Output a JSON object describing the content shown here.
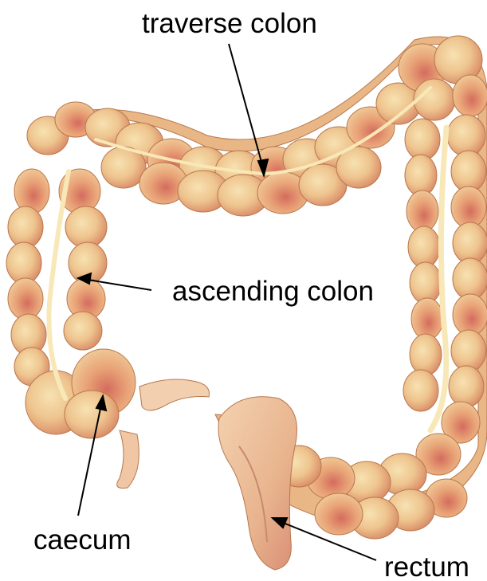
{
  "labels": {
    "traverse_colon": "traverse colon",
    "ascending_colon": "ascending colon",
    "caecum": "caecum",
    "rectum": "rectum"
  },
  "colors": {
    "segment_light": "#f4d8a4",
    "segment_mid": "#e8b47c",
    "segment_dark": "#c8645a",
    "band": "#f8e8b8",
    "outline": "#b8784c",
    "pointer": "#000000"
  }
}
